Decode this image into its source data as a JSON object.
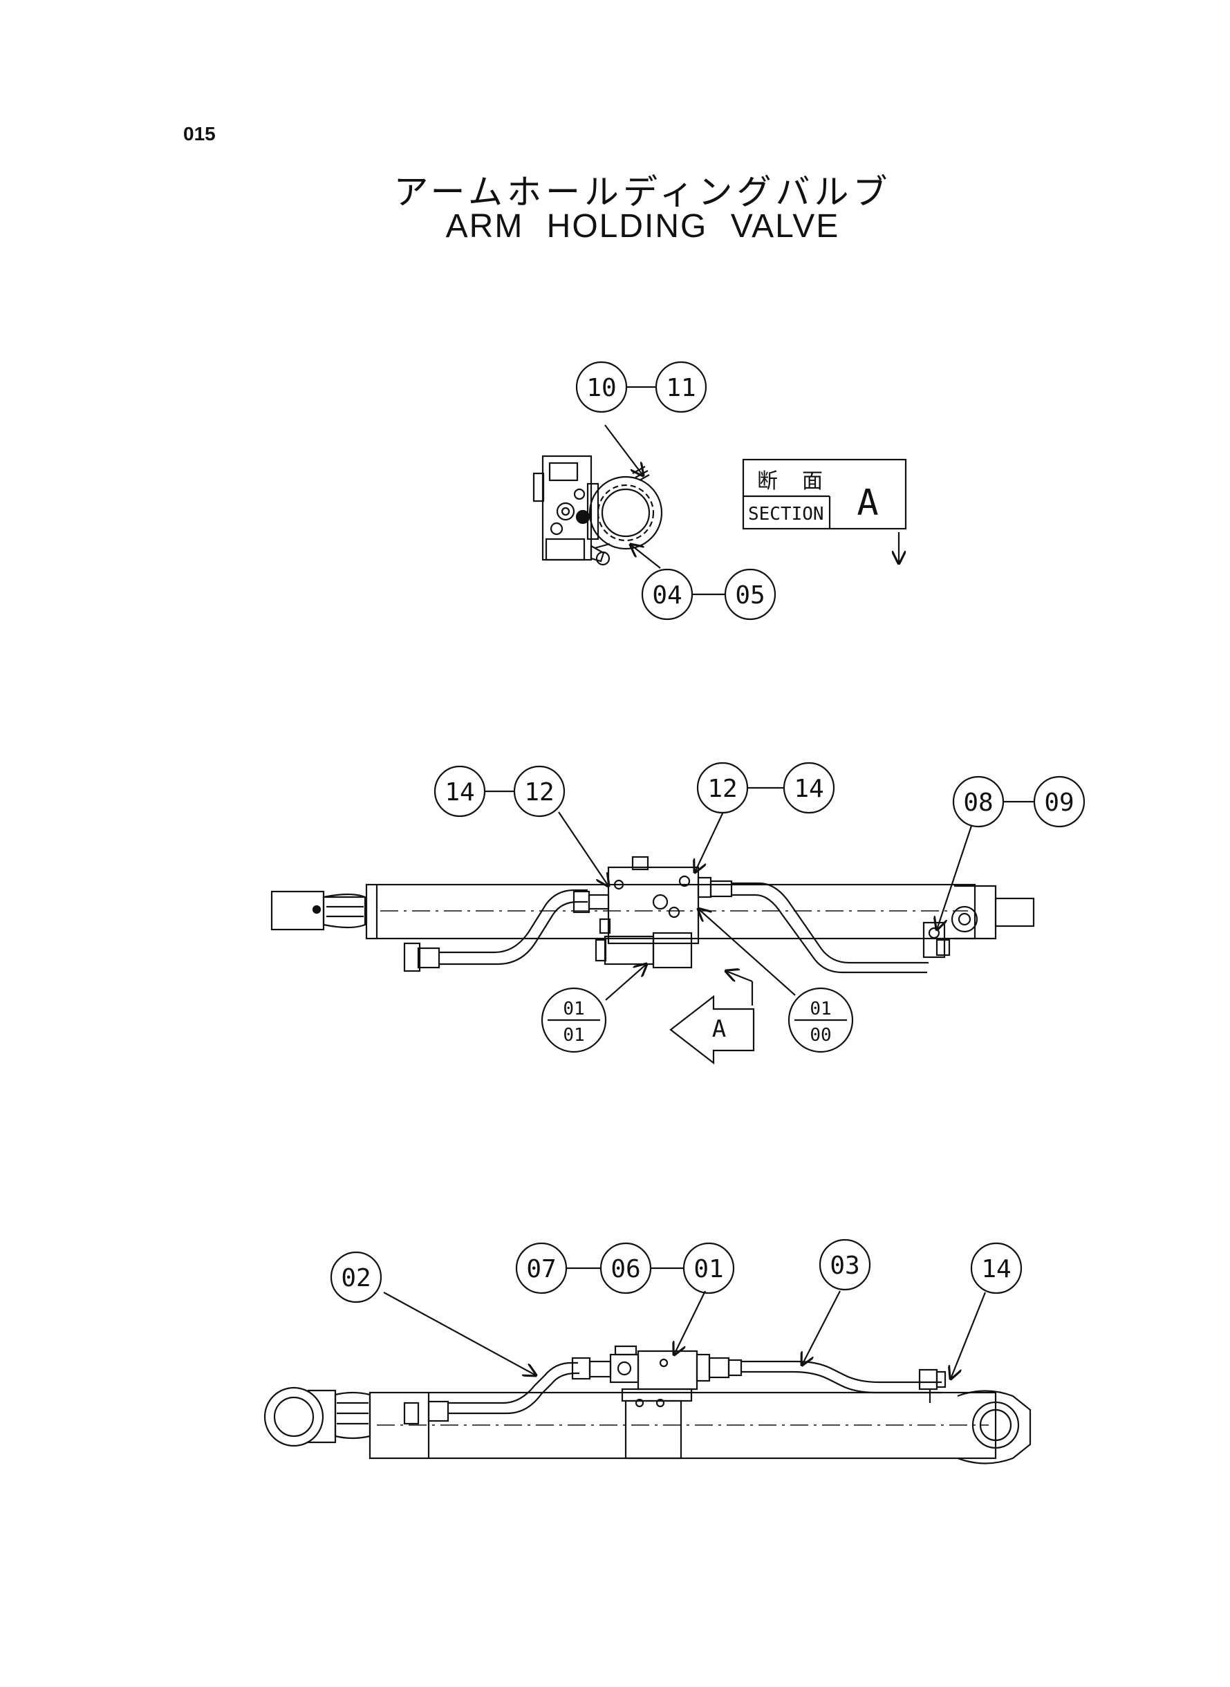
{
  "page": {
    "number": "015"
  },
  "title": {
    "jp": "アームホールディングバルブ",
    "en": "ARM HOLDING VALVE"
  },
  "section_box": {
    "jp_left": "断",
    "jp_right": "面",
    "word": "SECTION",
    "letter": "A"
  },
  "view_arrow": {
    "letter": "A"
  },
  "callouts": {
    "c10": "10",
    "c11": "11",
    "c04": "04",
    "c05": "05",
    "m14a": "14",
    "m12a": "12",
    "m12b": "12",
    "m14b": "14",
    "m08": "08",
    "m09": "09",
    "f1_top": "01",
    "f1_bot": "01",
    "f2_top": "01",
    "f2_bot": "00",
    "b02": "02",
    "b07": "07",
    "b06": "06",
    "b01": "01",
    "b03": "03",
    "b14": "14"
  }
}
